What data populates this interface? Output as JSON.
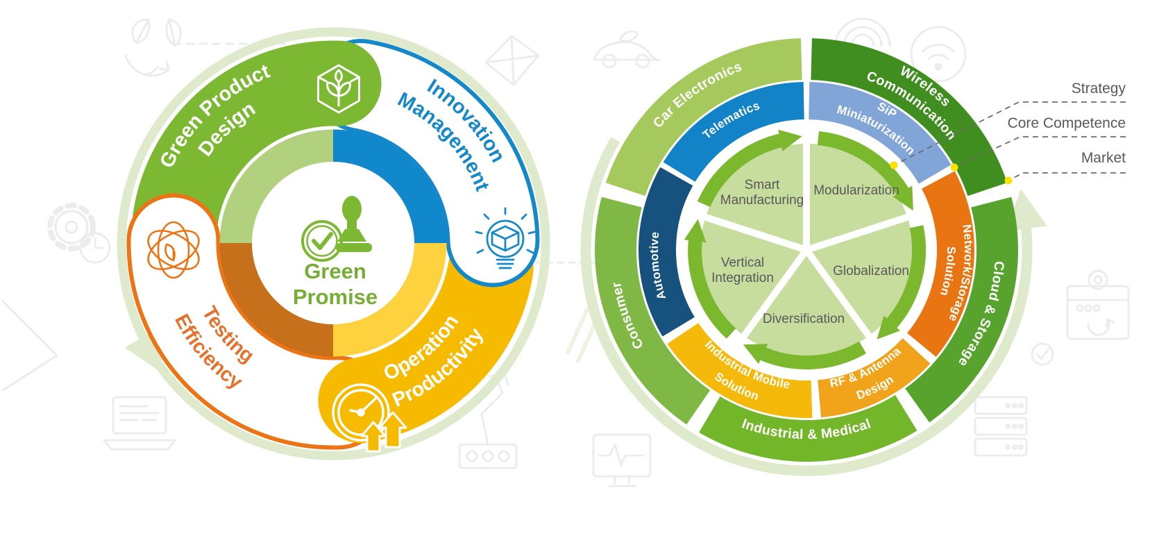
{
  "left_diagram": {
    "name": "green-promise-cycle",
    "center_label": {
      "line1": "Green",
      "line2": "Promise",
      "color": "#76ad35",
      "icon": "stamp-approval-check-icon"
    },
    "segments": [
      {
        "line1": "Green Product",
        "line2": "Design",
        "color": "#7cb832",
        "style": "solid",
        "icon": "eco-product-box-icon",
        "text_color": "#ffffff"
      },
      {
        "line1": "Innovation",
        "line2": "Management",
        "color": "#1588c9",
        "style": "outlined",
        "icon": "innovation-lightbulb-icon",
        "text_color": "#1588c9"
      },
      {
        "line1": "Operation",
        "line2": "Productivity",
        "color": "#f6ba00",
        "style": "solid",
        "icon": "clock-productivity-icon",
        "text_color": "#ffffff"
      },
      {
        "line1": "Testing",
        "line2": "Efficiency",
        "color": "#ec7414",
        "style": "outlined",
        "icon": "atom-leaf-icon",
        "text_color": "#e4722c"
      }
    ],
    "inner_ring_colors": {
      "top_left": "#b2d17f",
      "top_right": "#1088cb",
      "bottom_right": "#fdd23e",
      "bottom_left": "#c7701b"
    },
    "outer_swoosh_color": "#dfe9cb"
  },
  "right_diagram": {
    "name": "strategy-wheel",
    "rings": {
      "market": {
        "segments": [
          {
            "label": "Car Electronics",
            "color": "#a6c95e"
          },
          {
            "line1": "Wireless",
            "line2": "Communication",
            "color": "#3f8e1f"
          },
          {
            "label": "Cloud & Storage",
            "color": "#58a32d"
          },
          {
            "label": "Industrial & Medical",
            "color": "#74b62a"
          },
          {
            "label": "Consumer",
            "color": "#7fb845"
          }
        ]
      },
      "core_competence": {
        "segments": [
          {
            "label": "Telematics",
            "color": "#1283c6"
          },
          {
            "line1": "SiP",
            "line2": "Miniaturization",
            "color": "#82a5d8"
          },
          {
            "line1": "Network/Storage",
            "line2": "Solution",
            "color": "#e87511"
          },
          {
            "line1": "RF & Antenna",
            "line2": "Design",
            "color": "#f0a31b"
          },
          {
            "line1": "Industrial Mobile",
            "line2": "Solution",
            "color": "#f4b90b"
          },
          {
            "label": "Automotive",
            "color": "#17517e"
          }
        ]
      },
      "strategy": {
        "color": "#c6dd9e",
        "arrow_color": "#7cb82e",
        "sectors": [
          {
            "line1": "Smart",
            "line2": "Manufacturing"
          },
          {
            "label": "Modularization"
          },
          {
            "label": "Globalization"
          },
          {
            "label": "Diversification"
          },
          {
            "line1": "Vertical",
            "line2": "Integration"
          }
        ]
      },
      "outer_swoosh_color": "#dfe9cb"
    },
    "legend": {
      "items": [
        {
          "label": "Strategy"
        },
        {
          "label": "Core Competence"
        },
        {
          "label": "Market"
        }
      ],
      "dot_color": "#ffe100",
      "line_color": "#6b6b6b",
      "text_color": "#5a5858"
    }
  },
  "background_icons": [
    "recycle-leaves",
    "gear-clock",
    "set-square",
    "laptop-code",
    "polyhedron",
    "eco-car",
    "robot-arm",
    "ecg-monitor",
    "signal-waves",
    "wifi",
    "browser-automation",
    "server-stack",
    "check-badge"
  ]
}
